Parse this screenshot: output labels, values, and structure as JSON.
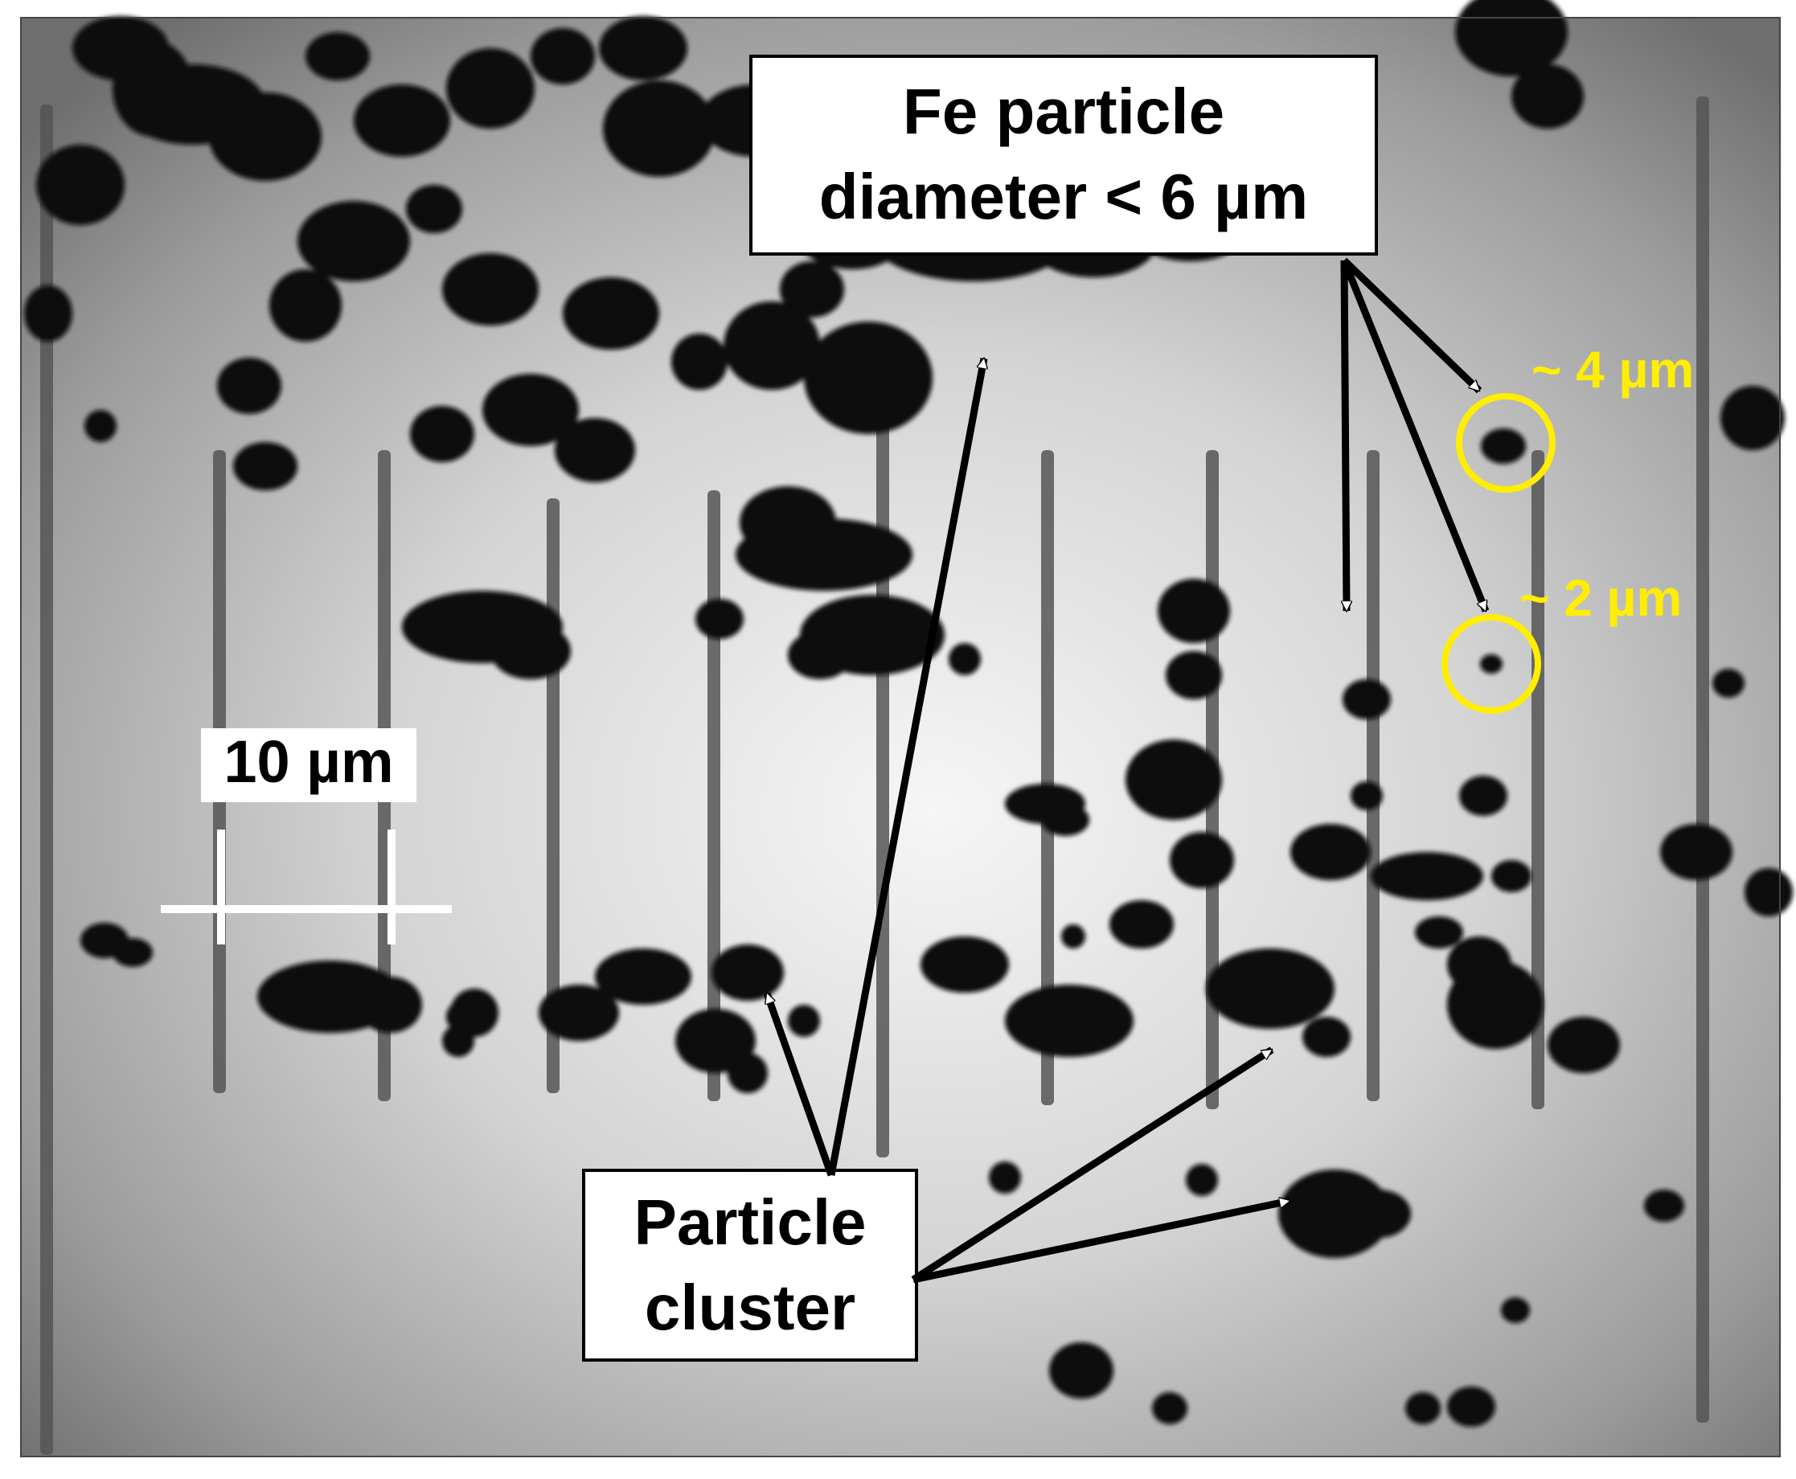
{
  "image": {
    "description_free": true,
    "colors": {
      "background": "#ffffff",
      "field_light": "#f2f2f2",
      "field_dark": "#7a7a7a",
      "particle": "#0a0a0a",
      "electrode": "#505050",
      "annotation": "#000000",
      "highlight": "#ffee00",
      "scale_bar": "#ffffff"
    }
  },
  "labels": {
    "fe_title_line1": "Fe particle",
    "fe_title_line2": "diameter < 6 µm",
    "cluster_line1": "Particle",
    "cluster_line2": "cluster",
    "scale": "10 µm",
    "size_large": "~ 4 µm",
    "size_small": "~ 2 µm"
  }
}
